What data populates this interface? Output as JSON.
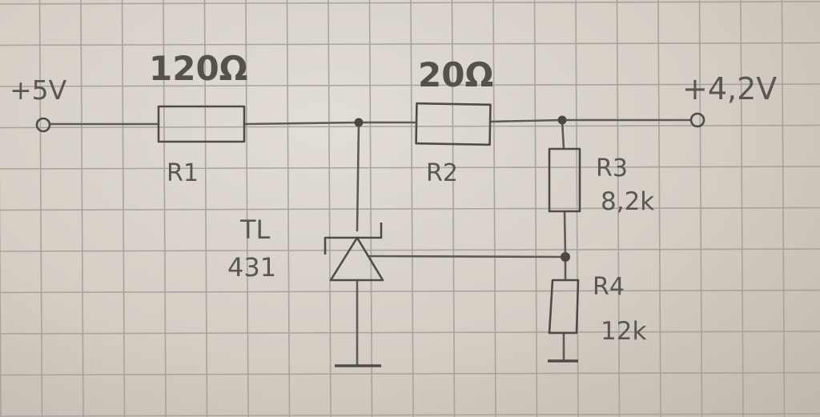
{
  "diagram": {
    "terminals": {
      "input_voltage": "+5V",
      "output_voltage": "+4,2V"
    },
    "resistors": [
      {
        "designator": "R1",
        "value": "120Ω"
      },
      {
        "designator": "R2",
        "value": "20Ω"
      },
      {
        "designator": "R3",
        "value": "8,2k"
      },
      {
        "designator": "R4",
        "value": "12k"
      }
    ],
    "regulator": {
      "label_line1": "TL",
      "label_line2": "431"
    },
    "colors": {
      "paper": "#d8d3cb",
      "grid": "#a8a39b",
      "ink": "#55524e"
    }
  }
}
